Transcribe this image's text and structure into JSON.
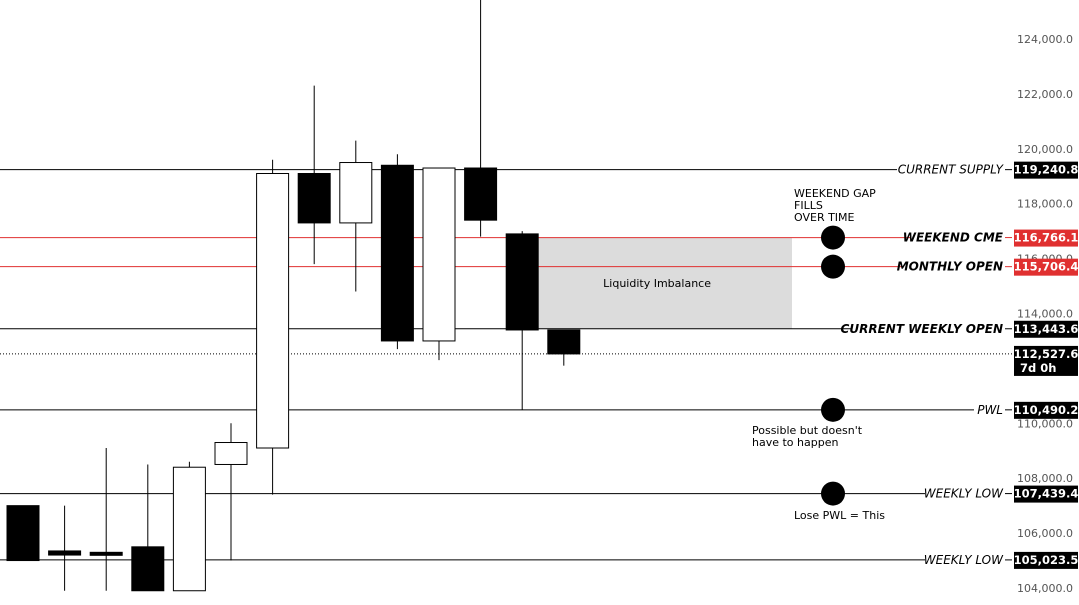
{
  "chart_data": {
    "type": "candlestick",
    "ylim": [
      103900,
      125400
    ],
    "y_ticks": [
      "124,000.0",
      "122,000.0",
      "120,000.0",
      "118,000.0",
      "116,000.0",
      "114,000.0",
      "110,000.0",
      "108,000.0",
      "106,000.0",
      "104,000.0"
    ],
    "y_tick_values": [
      124000,
      122000,
      120000,
      118000,
      116000,
      114000,
      110000,
      108000,
      106000,
      104000
    ],
    "candles": [
      {
        "open": 107000,
        "high": 107000,
        "low": 105000,
        "close": 105000
      },
      {
        "open": 105350,
        "high": 107000,
        "low": 103900,
        "close": 105200
      },
      {
        "open": 105300,
        "high": 109100,
        "low": 103900,
        "close": 105200
      },
      {
        "open": 105500,
        "high": 108500,
        "low": 103900,
        "close": 103900
      },
      {
        "open": 103900,
        "high": 108600,
        "low": 103900,
        "close": 108400
      },
      {
        "open": 108500,
        "high": 110000,
        "low": 105000,
        "close": 109300
      },
      {
        "open": 109100,
        "high": 119600,
        "low": 107400,
        "close": 119100
      },
      {
        "open": 119100,
        "high": 122300,
        "low": 115800,
        "close": 117300
      },
      {
        "open": 117300,
        "high": 120300,
        "low": 114800,
        "close": 119500
      },
      {
        "open": 119400,
        "high": 119800,
        "low": 112700,
        "close": 113000
      },
      {
        "open": 113000,
        "high": 119300,
        "low": 112300,
        "close": 119300
      },
      {
        "open": 119300,
        "high": 125600,
        "low": 116800,
        "close": 117400
      },
      {
        "open": 116900,
        "high": 117000,
        "low": 110500,
        "close": 113400
      },
      {
        "open": 113400,
        "high": 113400,
        "low": 112100,
        "close": 112527.6
      }
    ],
    "levels": [
      {
        "label": "CURRENT SUPPLY",
        "value": 119240.8,
        "tag": "119,240.8",
        "color": "#000000",
        "italic": true,
        "bold": false
      },
      {
        "label": "WEEKEND CME",
        "value": 116766.1,
        "tag": "116,766.1",
        "color": "#e03030",
        "italic": true,
        "bold": true
      },
      {
        "label": "MONTHLY OPEN",
        "value": 115706.4,
        "tag": "115,706.4",
        "color": "#e03030",
        "italic": true,
        "bold": true
      },
      {
        "label": "CURRENT WEEKLY OPEN",
        "value": 113443.6,
        "tag": "113,443.6",
        "color": "#000000",
        "italic": true,
        "bold": true
      },
      {
        "label": "PWL",
        "value": 110490.2,
        "tag": "110,490.2",
        "color": "#000000",
        "italic": true,
        "bold": false
      },
      {
        "label": "WEEKLY LOW",
        "value": 107439.4,
        "tag": "107,439.4",
        "color": "#000000",
        "italic": true,
        "bold": false
      },
      {
        "label": "WEEKLY LOW",
        "value": 105023.5,
        "tag": "105,023.5",
        "color": "#000000",
        "italic": true,
        "bold": false
      }
    ],
    "current_price": {
      "value": 112527.6,
      "tag": "112,527.6",
      "countdown": "7d 0h"
    },
    "zone": {
      "label": "Liquidity Imbalance",
      "from": 116766.1,
      "to": 113443.6,
      "color": "#dcdcdc"
    },
    "annotations": [
      {
        "lines": [
          "WEEKEND GAP",
          "FILLS",
          "OVER TIME"
        ]
      },
      {
        "lines": [
          "Possible but doesn't",
          "have to happen"
        ]
      },
      {
        "lines": [
          "Lose PWL = This"
        ]
      }
    ],
    "markers": [
      116766.1,
      115706.4,
      110490.2,
      107439.4
    ],
    "colors": {
      "bull": "#ffffff",
      "bear": "#000000",
      "wick": "#000000",
      "red": "#e03030",
      "zone": "#dcdcdc"
    }
  }
}
